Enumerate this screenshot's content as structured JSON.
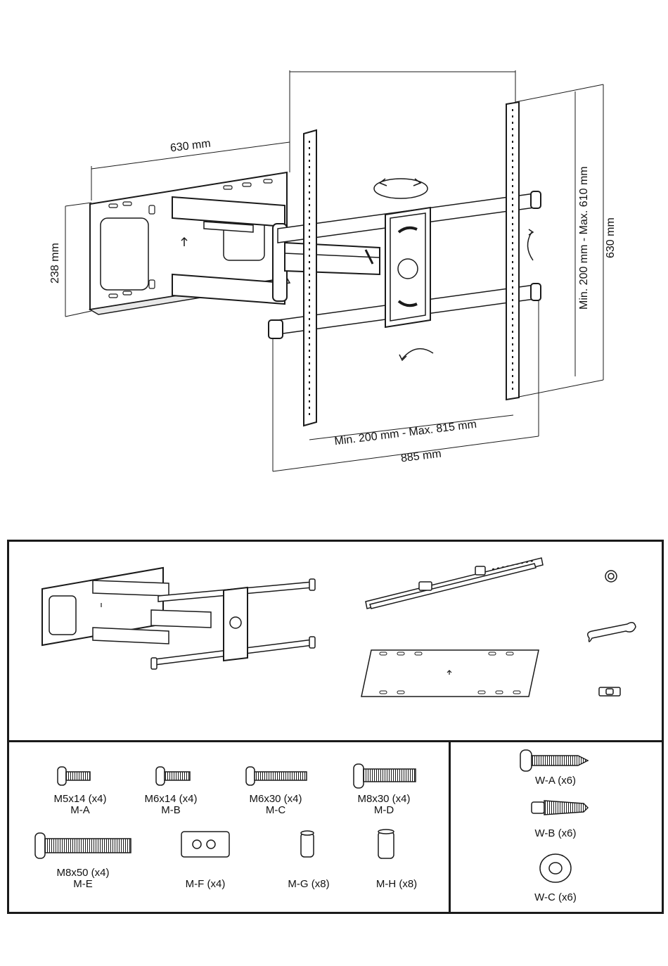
{
  "dimensions": {
    "arm_length": "630 mm",
    "depth": "238 mm",
    "vertical_range": "Min. 200 mm - Max. 610 mm",
    "height": "630 mm",
    "horizontal_range": "Min. 200 mm - Max. 815 mm",
    "width": "885 mm"
  },
  "parts": [
    {
      "size": "M5x14 (x4)",
      "code": "M-A"
    },
    {
      "size": "M6x14 (x4)",
      "code": "M-B"
    },
    {
      "size": "M6x30 (x4)",
      "code": "M-C"
    },
    {
      "size": "M8x30 (x4)",
      "code": "M-D"
    },
    {
      "size": "M8x50 (x4)",
      "code": "M-E"
    },
    {
      "size": "",
      "code": "M-F (x4)"
    },
    {
      "size": "",
      "code": "M-G (x8)"
    },
    {
      "size": "",
      "code": "M-H (x8)"
    }
  ],
  "wall_parts": [
    {
      "label": "W-A (x6)"
    },
    {
      "label": "W-B (x6)"
    },
    {
      "label": "W-C (x6)"
    }
  ]
}
